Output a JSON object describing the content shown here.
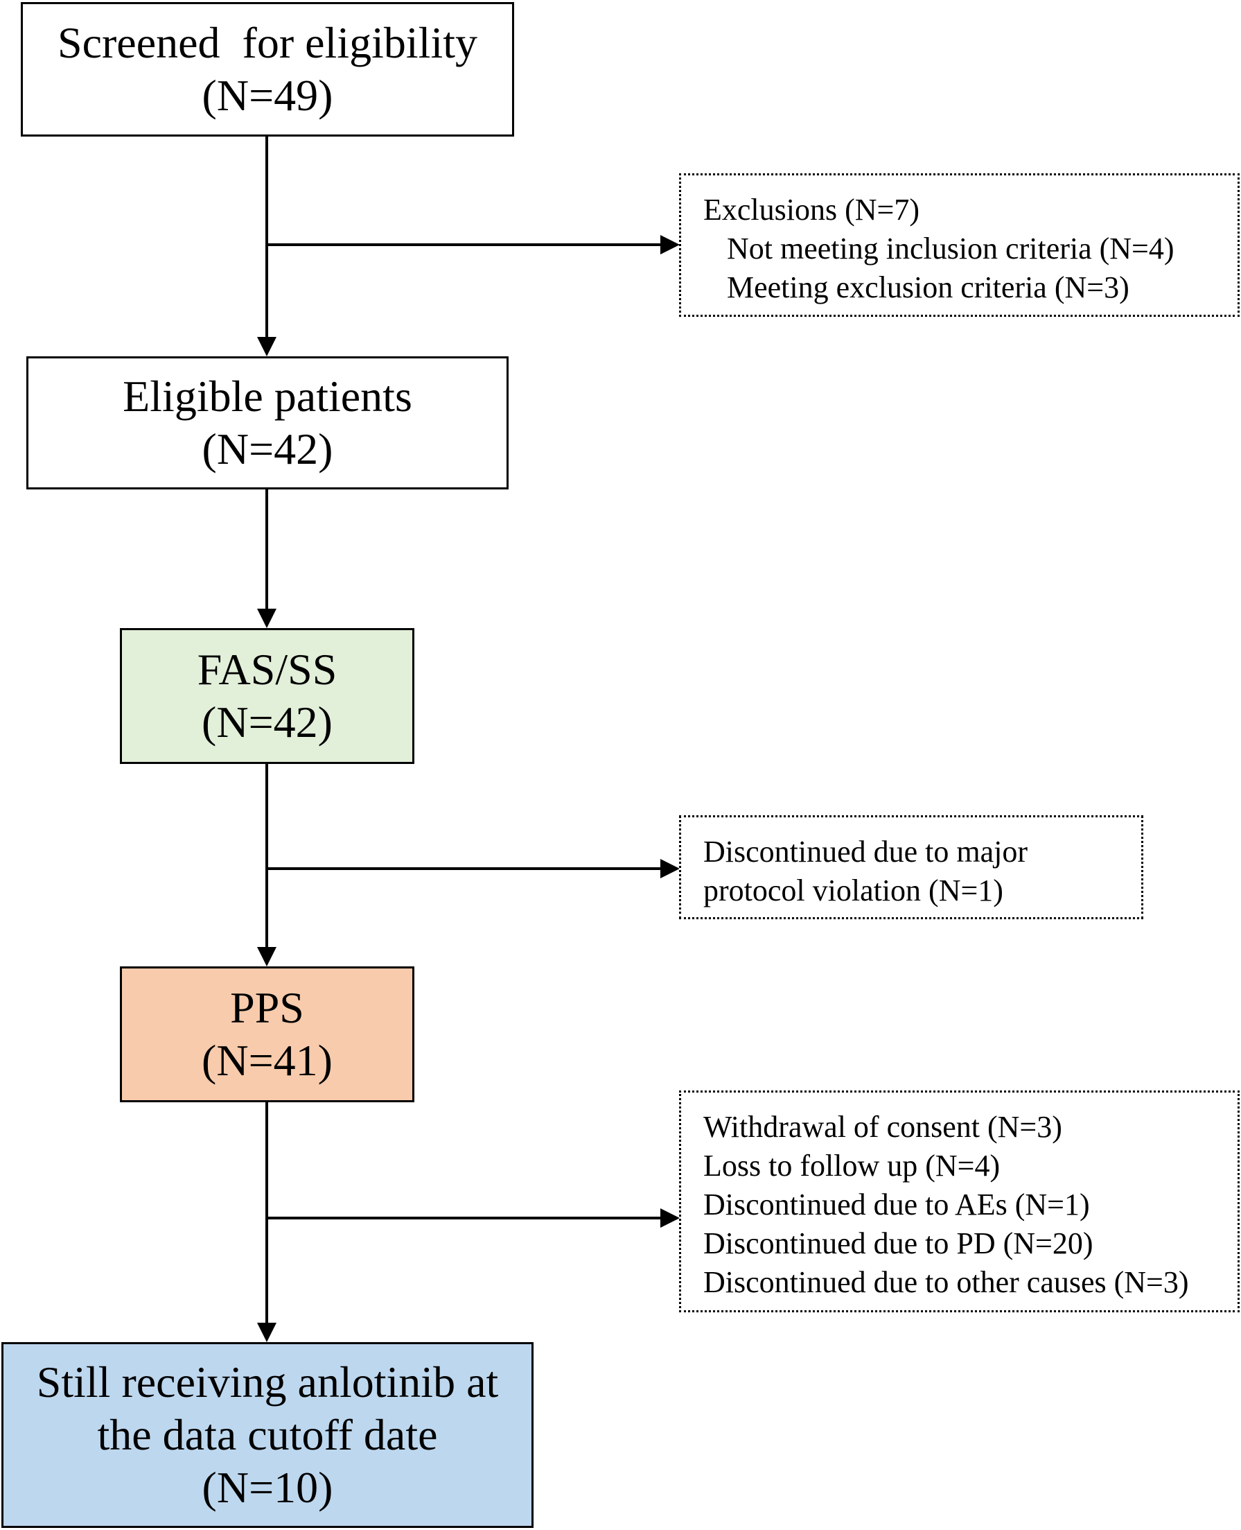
{
  "colors": {
    "stroke": "#000000",
    "fas_fill": "#e2efd9",
    "pps_fill": "#f7cbac",
    "final_fill": "#bdd7ee",
    "white": "#ffffff"
  },
  "nodes": {
    "screened": {
      "line1": "Screened  for eligibility",
      "line2": "(N=49)"
    },
    "eligible": {
      "line1": "Eligible patients",
      "line2": "(N=42)"
    },
    "fas": {
      "line1": "FAS/SS",
      "line2": "(N=42)"
    },
    "pps": {
      "line1": "PPS",
      "line2": "(N=41)"
    },
    "final": {
      "line1": "Still receiving anlotinib at",
      "line2": "the data cutoff date",
      "line3": "(N=10)"
    }
  },
  "side_boxes": {
    "exclusions": {
      "title": "Exclusions (N=7)",
      "items": [
        "Not meeting inclusion criteria (N=4)",
        "Meeting exclusion criteria (N=3)"
      ]
    },
    "violation": {
      "lines": [
        "Discontinued due to major",
        "protocol violation (N=1)"
      ]
    },
    "withdrawals": {
      "lines": [
        "Withdrawal of consent (N=3)",
        "Loss to follow up (N=4)",
        "Discontinued due to AEs (N=1)",
        "Discontinued due to PD (N=20)",
        "Discontinued due to other causes (N=3)"
      ]
    }
  }
}
